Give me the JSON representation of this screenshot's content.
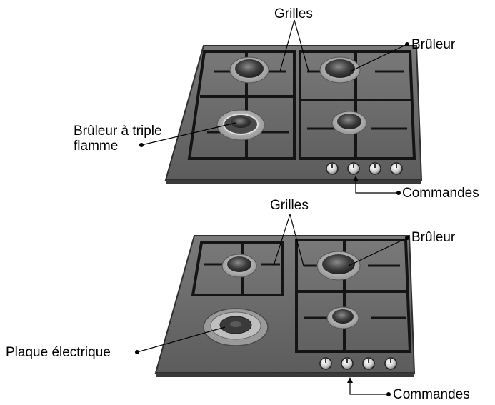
{
  "diagram": {
    "top_hob": {
      "labels": {
        "grilles": "Grilles",
        "bruleur": "Brûleur",
        "triple_line1": "Brûleur à triple",
        "triple_line2": "flamme",
        "commandes": "Commandes"
      },
      "burner_count": 4,
      "knob_count": 4
    },
    "bottom_hob": {
      "labels": {
        "grilles": "Grilles",
        "bruleur": "Brûleur",
        "plaque": "Plaque électrique",
        "commandes": "Commandes"
      },
      "burner_count": 3,
      "hotplate_count": 1,
      "knob_count": 4
    },
    "colors": {
      "hob_surface": "#6b6b6b",
      "hob_edge": "#2f2f2f",
      "grille": "#1a1a1a",
      "burner": "#3a3a3a",
      "ring": "#b5b5b5",
      "line": "#000000"
    }
  }
}
